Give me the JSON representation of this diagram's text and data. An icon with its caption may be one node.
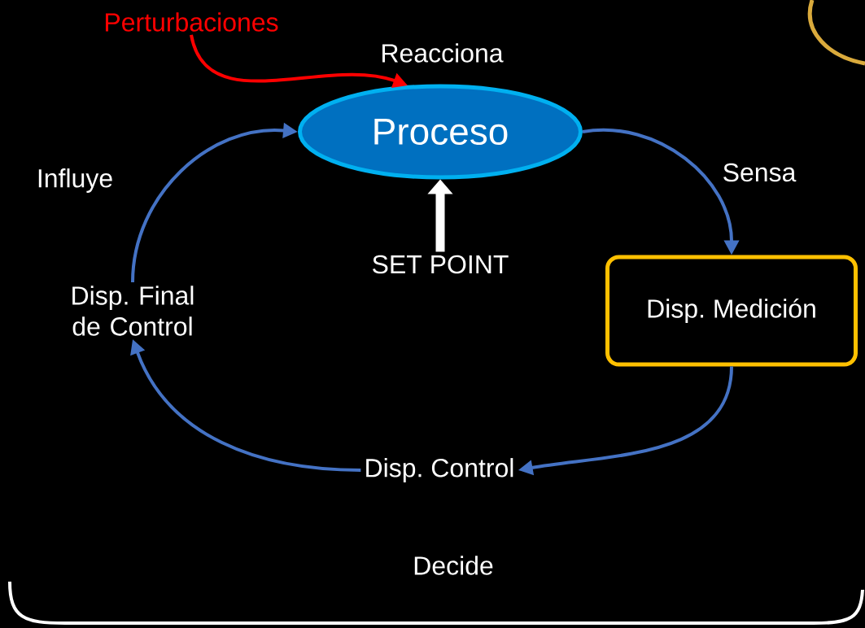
{
  "diagram": {
    "nodes": [
      {
        "text": [
          "Perturbaciones"
        ]
      },
      {
        "text": [
          "Proceso"
        ]
      },
      {
        "text": [
          "Disp. Medición"
        ]
      },
      {
        "text": [
          "Disp. Control"
        ]
      },
      {
        "text": [
          "Disp. Final de Control"
        ]
      },
      {
        "text": [
          "SET POINT"
        ]
      }
    ],
    "edges": [
      {
        "from": 0,
        "to": 1,
        "arrow": "to",
        "color": "#ff0000"
      },
      {
        "from": 1,
        "to": 2,
        "arrow": "to"
      },
      {
        "from": 2,
        "to": 3,
        "arrow": "to"
      },
      {
        "from": 3,
        "to": 4,
        "arrow": "to"
      },
      {
        "from": 4,
        "to": 1,
        "arrow": "to"
      },
      {
        "from": 5,
        "to": 1,
        "arrow": "to",
        "style": "thick",
        "color": "#ffffff"
      }
    ],
    "labels": [
      "Reacciona",
      "Influye",
      "Sensa",
      "Decide"
    ]
  }
}
